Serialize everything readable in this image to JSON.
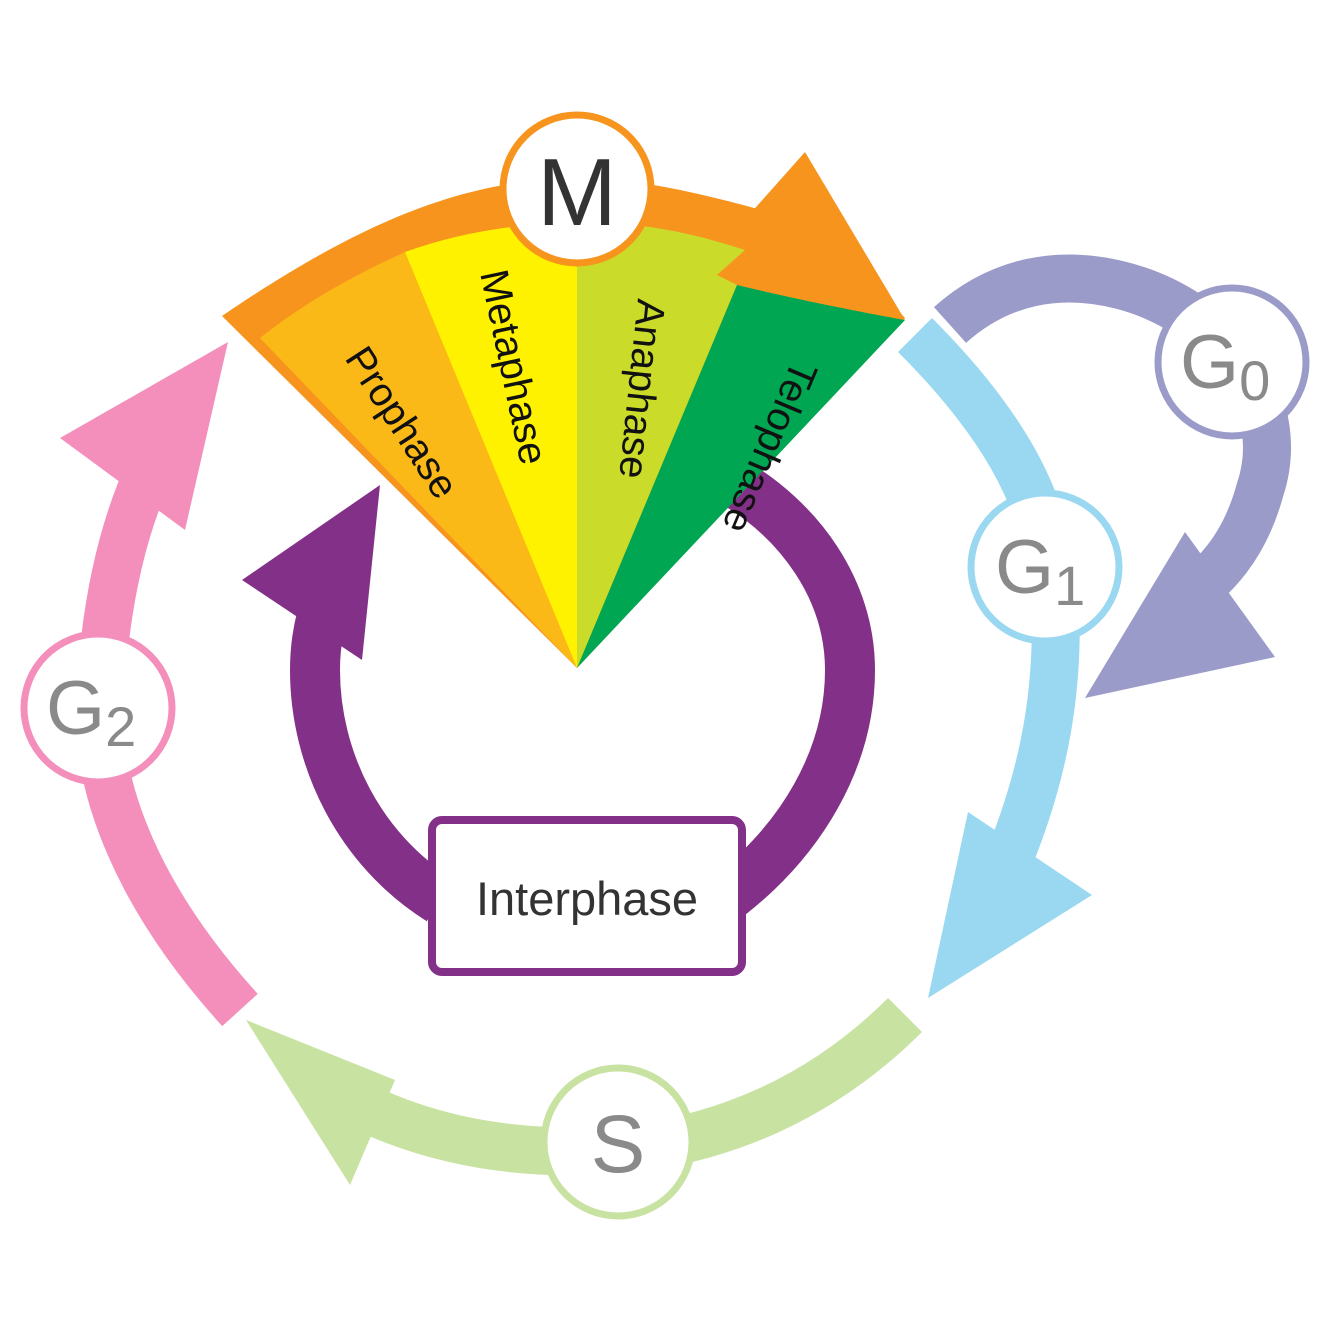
{
  "diagram": {
    "m_phase": {
      "label": "M",
      "color": "#f7941d",
      "subphases": [
        {
          "label": "Prophase",
          "color": "#fbb917"
        },
        {
          "label": "Metaphase",
          "color": "#fff200"
        },
        {
          "label": "Anaphase",
          "color": "#cbdb2a"
        },
        {
          "label": "Telophase",
          "color": "#00a651"
        }
      ]
    },
    "interphase": {
      "label": "Interphase",
      "color": "#833089"
    },
    "stages": {
      "g0": {
        "main": "G",
        "sub": "0",
        "color": "#9b9bc9"
      },
      "g1": {
        "main": "G",
        "sub": "1",
        "color": "#99d8f0"
      },
      "s": {
        "main": "S",
        "color": "#c7e2a1"
      },
      "g2": {
        "main": "G",
        "sub": "2",
        "color": "#f48fbc"
      }
    }
  }
}
